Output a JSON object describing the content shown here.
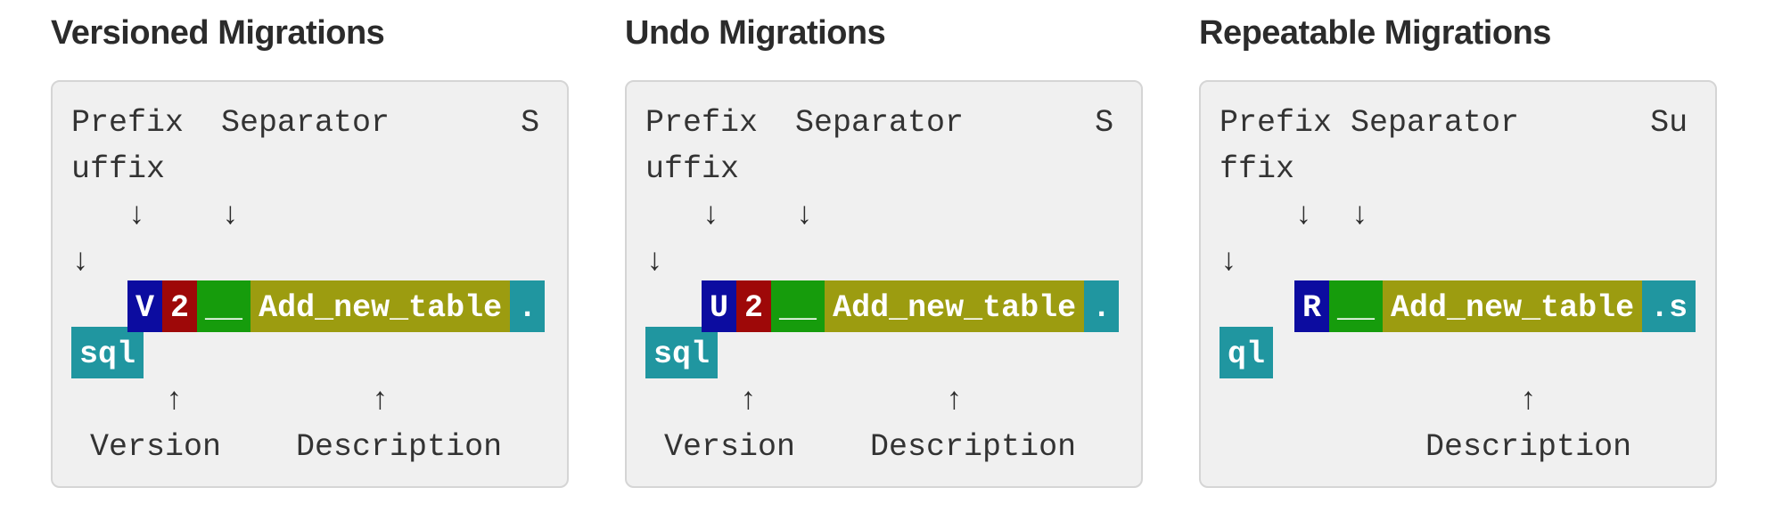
{
  "part_colors": {
    "prefix": "#0c0ca0",
    "version": "#9e0808",
    "separator": "#169c0c",
    "description": "#9c9c10",
    "suffix": "#2096a0"
  },
  "panels": [
    {
      "title": "Versioned Migrations",
      "annotations": {
        "top_line1": "Prefix  Separator       S",
        "top_line2": "uffix",
        "down_arrows_row1": "   ↓    ↓",
        "down_arrows_row2": "↓",
        "bar_indent": "   ",
        "up_arrows_row": "     ↑          ↑",
        "bottom_labels": " Version    Description"
      },
      "filename": {
        "prefix": "V",
        "version": "2",
        "separator": "__",
        "description": "Add_new_table",
        "suffix_head": ".",
        "suffix_wrap": "sql"
      }
    },
    {
      "title": "Undo Migrations",
      "annotations": {
        "top_line1": "Prefix  Separator       S",
        "top_line2": "uffix",
        "down_arrows_row1": "   ↓    ↓",
        "down_arrows_row2": "↓",
        "bar_indent": "   ",
        "up_arrows_row": "     ↑          ↑",
        "bottom_labels": " Version    Description"
      },
      "filename": {
        "prefix": "U",
        "version": "2",
        "separator": "__",
        "description": "Add_new_table",
        "suffix_head": ".",
        "suffix_wrap": "sql"
      }
    },
    {
      "title": "Repeatable Migrations",
      "annotations": {
        "top_line1": "Prefix Separator       Su",
        "top_line2": "ffix",
        "down_arrows_row1": "    ↓  ↓",
        "down_arrows_row2": "↓",
        "bar_indent": "    ",
        "up_arrows_row": "                ↑",
        "bottom_labels": "           Description"
      },
      "filename": {
        "prefix": "R",
        "separator": "__",
        "description": "Add_new_table",
        "suffix_head": ".s",
        "suffix_wrap": "ql"
      }
    }
  ]
}
